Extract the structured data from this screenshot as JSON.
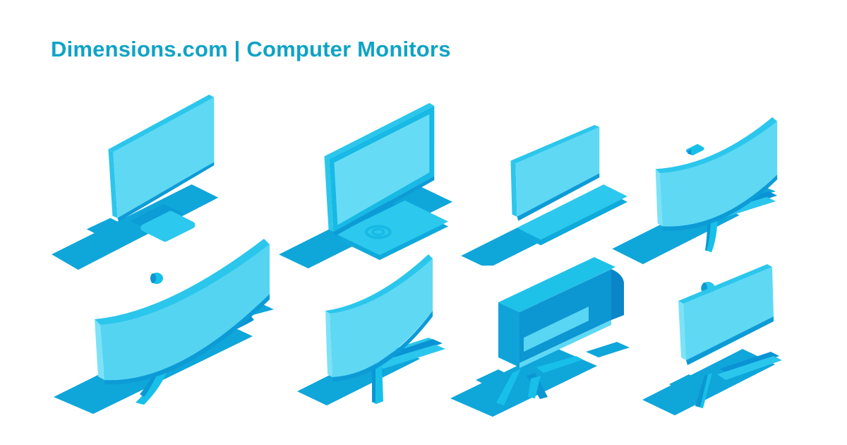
{
  "page": {
    "title": "Dimensions.com | Computer Monitors",
    "background_color": "#ffffff",
    "title_color": "#0fa3c6"
  },
  "palette": {
    "screen_face": "#5fd8f4",
    "screen_face_edge_light": "#7ce2f8",
    "edge_bright": "#2bc6ec",
    "edge_mid": "#17b9e5",
    "edge_dark": "#0d9bd6",
    "deep_blue": "#0a86c8",
    "shadow": "#0fa6da",
    "base_face": "#2cc8ed"
  },
  "illustrations": [
    {
      "icon": "flat-monitor-icon",
      "label": "flat widescreen monitor with rounded base pad"
    },
    {
      "icon": "plate-base-monitor-icon",
      "label": "desktop monitor on flat plate stand with hinge"
    },
    {
      "icon": "bar-base-monitor-icon",
      "label": "slim monitor resting on bar base"
    },
    {
      "icon": "curved-monitor-icon",
      "label": "curved monitor with column stand and splayed feet"
    },
    {
      "icon": "ultrawide-curved-icon",
      "label": "ultrawide curved monitor with webcam and curved legs"
    },
    {
      "icon": "curved-column-monitor-icon",
      "label": "curved gaming monitor with column stand"
    },
    {
      "icon": "monitor-back-view-icon",
      "label": "monitor rear view with handle and tripod legs"
    },
    {
      "icon": "webcam-monitor-icon",
      "label": "flat monitor with webcam on tripod feet"
    }
  ]
}
